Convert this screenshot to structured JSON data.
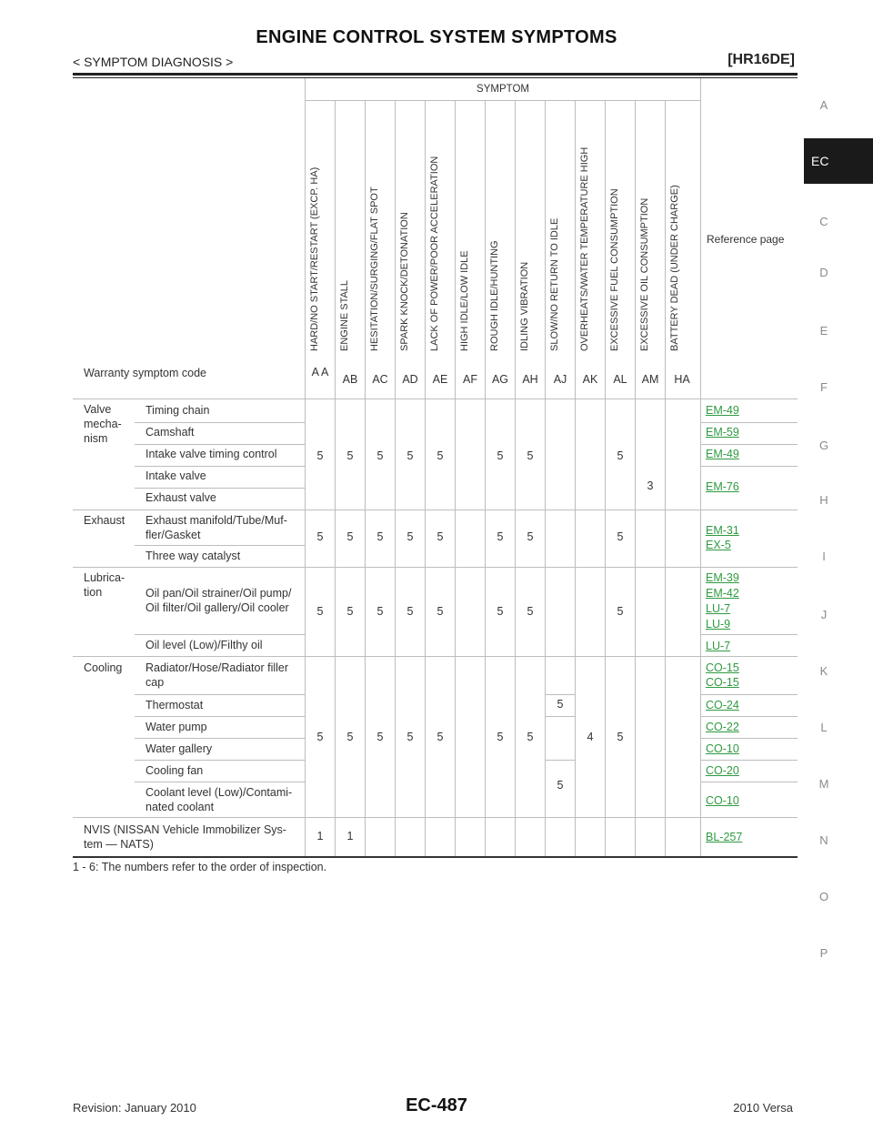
{
  "header": {
    "title": "ENGINE CONTROL SYSTEM SYMPTOMS",
    "section": "< SYMPTOM DIAGNOSIS >",
    "model": "[HR16DE]"
  },
  "side_index": {
    "letters": [
      "A",
      "EC",
      "C",
      "D",
      "E",
      "F",
      "G",
      "H",
      "I",
      "J",
      "K",
      "L",
      "M",
      "N",
      "O",
      "P"
    ],
    "active": "EC"
  },
  "table": {
    "symptom_header": "SYMPTOM",
    "reference_header": "Reference page",
    "symptoms": [
      "HARD/NO START/RESTART (EXCP. HA)",
      "ENGINE STALL",
      "HESITATION/SURGING/FLAT SPOT",
      "SPARK KNOCK/DETONATION",
      "LACK OF POWER/POOR ACCELERATION",
      "HIGH IDLE/LOW IDLE",
      "ROUGH IDLE/HUNTING",
      "IDLING VIBRATION",
      "SLOW/NO RETURN TO IDLE",
      "OVERHEATS/WATER TEMPERATURE HIGH",
      "EXCESSIVE FUEL CONSUMPTION",
      "EXCESSIVE OIL CONSUMPTION",
      "BATTERY DEAD (UNDER CHARGE)"
    ],
    "warranty_label": "Warranty symptom code",
    "warranty_codes": [
      "A A",
      "AB",
      "AC",
      "AD",
      "AE",
      "AF",
      "AG",
      "AH",
      "AJ",
      "AK",
      "AL",
      "AM",
      "HA"
    ],
    "groups": {
      "valve": "Valve mecha- nism",
      "exhaust": "Exhaust",
      "lubrication": "Lubrica- tion",
      "cooling": "Cooling",
      "nvis": "NVIS (NISSAN Vehicle Immobilizer Sys- tem — NATS)"
    },
    "items": {
      "timing_chain": "Timing chain",
      "camshaft": "Camshaft",
      "intake_valve_timing": "Intake valve timing control",
      "intake_valve": "Intake valve",
      "exhaust_valve": "Exhaust valve",
      "exhaust_manifold": "Exhaust manifold/Tube/Muf- fler/Gasket",
      "three_way": "Three way catalyst",
      "oil_pan": "Oil pan/Oil strainer/Oil pump/ Oil filter/Oil gallery/Oil cooler",
      "oil_level": "Oil level (Low)/Filthy oil",
      "radiator": "Radiator/Hose/Radiator filler cap",
      "thermostat": "Thermostat",
      "water_pump": "Water pump",
      "water_gallery": "Water gallery",
      "cooling_fan": "Cooling fan",
      "coolant_level": "Coolant level (Low)/Contami- nated coolant"
    },
    "values": {
      "five": "5",
      "four": "4",
      "three": "3",
      "one": "1"
    },
    "refs": {
      "em49": "EM-49",
      "em59": "EM-59",
      "em76": "EM-76",
      "em31": "EM-31",
      "ex5": "EX-5",
      "em39": "EM-39",
      "em42": "EM-42",
      "lu7": "LU-7",
      "lu9": "LU-9",
      "co15": "CO-15",
      "co24": "CO-24",
      "co22": "CO-22",
      "co10": "CO-10",
      "co20": "CO-20",
      "bl257": "BL-257"
    }
  },
  "footnote": "1 - 6: The numbers refer to the order of inspection.",
  "footer": {
    "page": "EC-487",
    "revision": "Revision: January 2010",
    "version": "2010 Versa"
  }
}
